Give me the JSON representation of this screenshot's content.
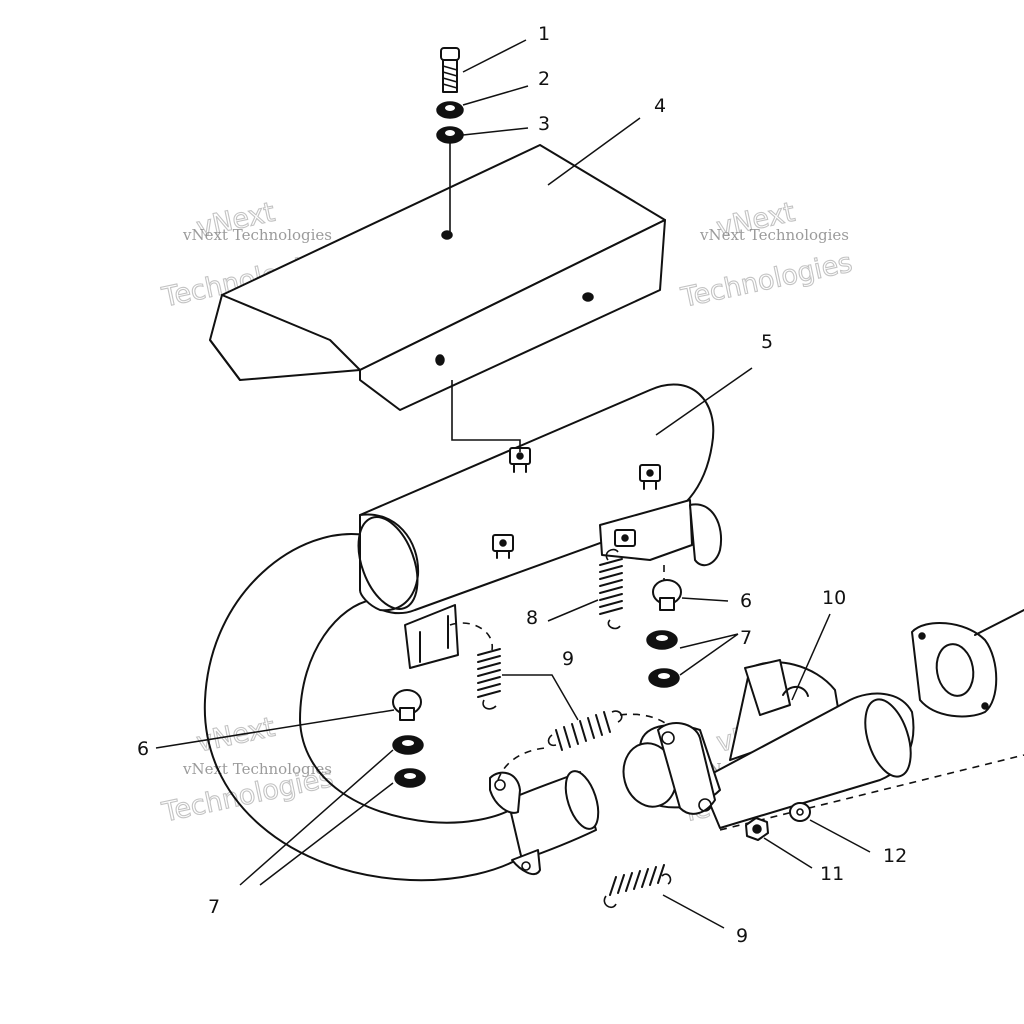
{
  "watermark": {
    "line1": "vNext",
    "line2": "vNext Technologies",
    "line3": "Technologies"
  },
  "callouts": {
    "c1": "1",
    "c2": "2",
    "c3": "3",
    "c4": "4",
    "c5": "5",
    "c6a": "6",
    "c6b": "6",
    "c7a": "7",
    "c7b": "7",
    "c8": "8",
    "c9a": "9",
    "c9b": "9",
    "c10": "10",
    "c11": "11",
    "c12": "12"
  }
}
